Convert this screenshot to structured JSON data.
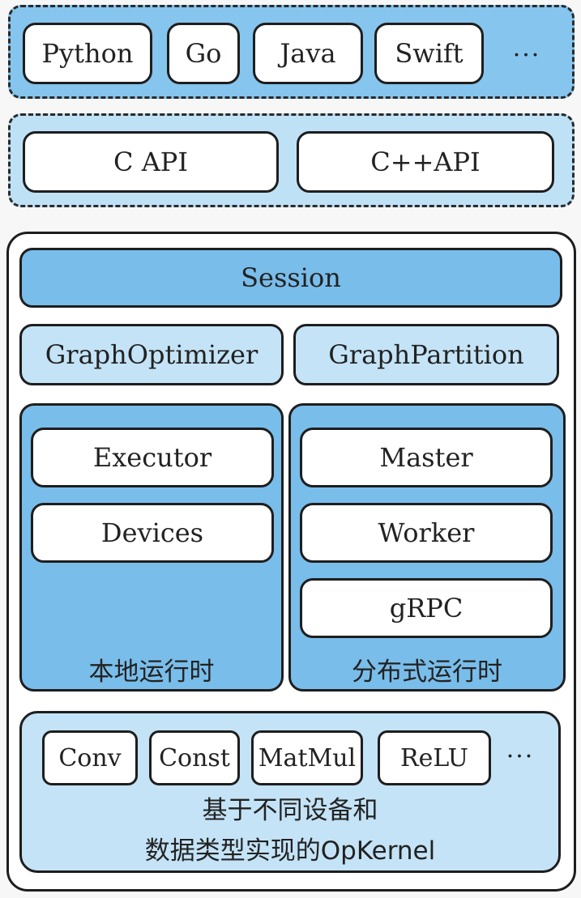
{
  "language_layer": {
    "items": [
      "Python",
      "Go",
      "Java",
      "Swift"
    ],
    "more": "···"
  },
  "api_layer": {
    "items": [
      "C API",
      "C++API"
    ]
  },
  "core": {
    "session": "Session",
    "optimizer": "GraphOptimizer",
    "partition": "GraphPartition",
    "local_runtime": {
      "items": [
        "Executor",
        "Devices"
      ],
      "caption": "本地运行时"
    },
    "distributed_runtime": {
      "items": [
        "Master",
        "Worker",
        "gRPC"
      ],
      "caption": "分布式运行时"
    },
    "kernels": {
      "items": [
        "Conv",
        "Const",
        "MatMul",
        "ReLU"
      ],
      "more": "···",
      "caption_line1": "基于不同设备和",
      "caption_line2": "数据类型实现的OpKernel"
    }
  }
}
